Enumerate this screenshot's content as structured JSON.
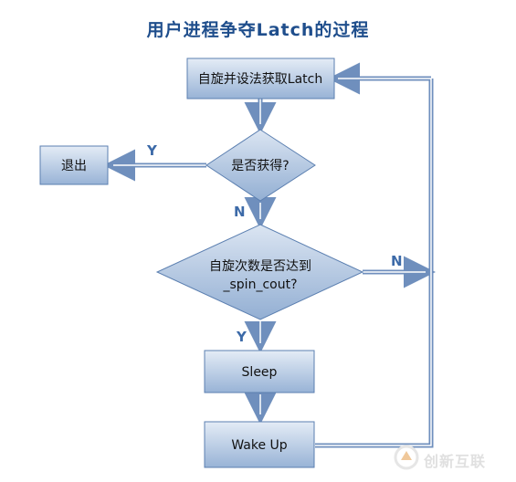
{
  "title": "用户进程争夺Latch的过程",
  "nodes": {
    "acquire": "自旋并设法获取Latch",
    "exit": "退出",
    "obtained": "是否获得?",
    "spin_line1": "自旋次数是否达到",
    "spin_line2": "_spin_cout?",
    "sleep": "Sleep",
    "wakeup": "Wake Up"
  },
  "edge_labels": {
    "obtained_yes": "Y",
    "obtained_no": "N",
    "spin_no": "N",
    "spin_yes": "Y"
  },
  "watermark": "创新互联",
  "colors": {
    "box_top": "#dfe8f4",
    "box_bottom": "#9bb5d6",
    "stroke": "#5b7fb0",
    "arrow": "#6f8fbd",
    "title": "#1f4e8c"
  }
}
